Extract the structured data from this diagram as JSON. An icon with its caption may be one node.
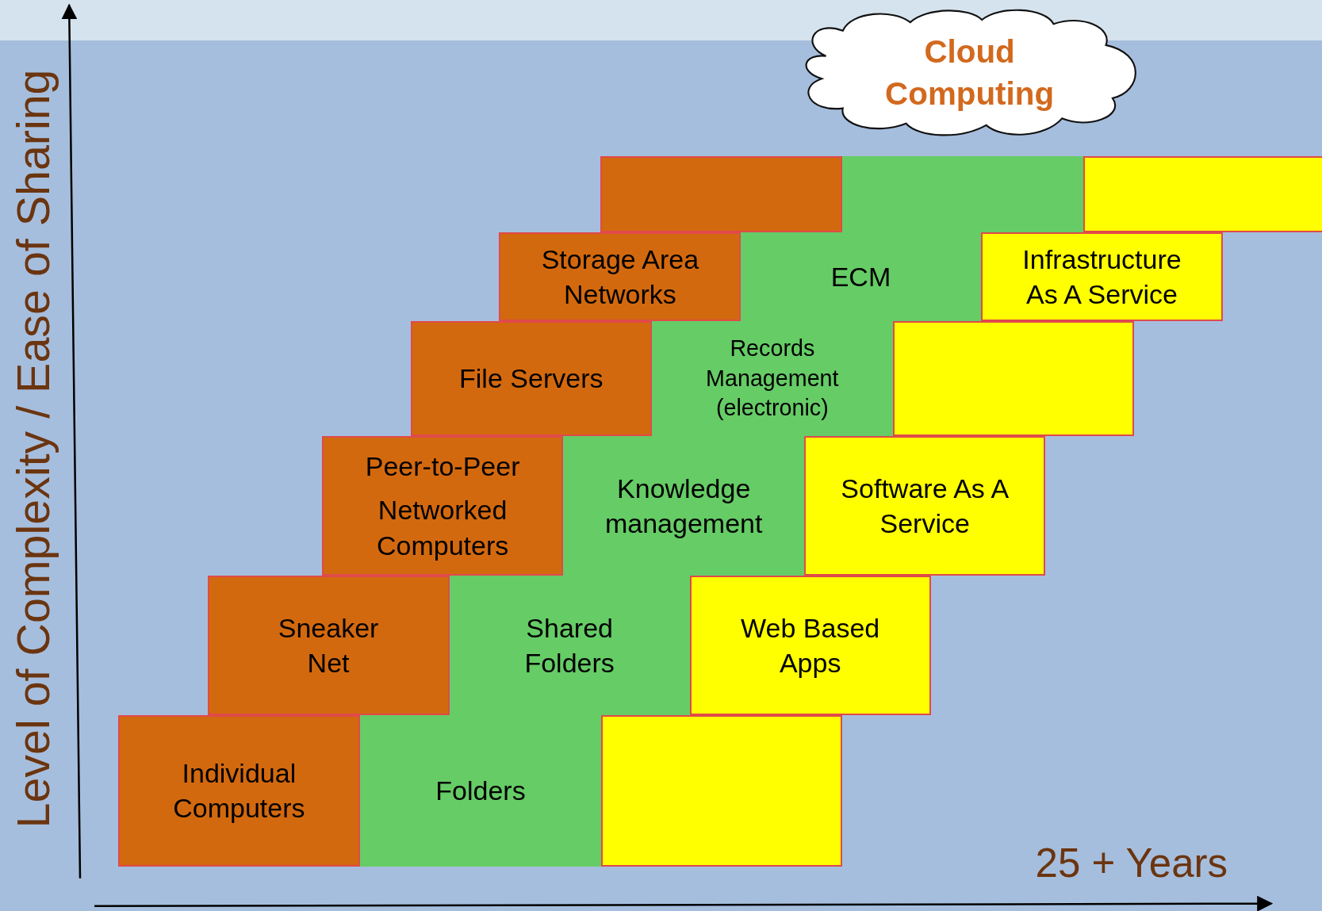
{
  "diagram": {
    "nodes": [
      {
        "text": [
          "Cloud Computing"
        ]
      },
      {
        "text": [],
        "shape": "box"
      },
      {
        "text": [],
        "shape": "box"
      },
      {
        "text": [],
        "shape": "box"
      },
      {
        "text": [
          "Storage Area Networks"
        ]
      },
      {
        "text": [
          "ECM"
        ]
      },
      {
        "text": [
          "Infrastructure As A Service"
        ]
      },
      {
        "text": [
          "File Servers"
        ]
      },
      {
        "text": [
          "Records Management (electronic)"
        ]
      },
      {
        "text": [],
        "shape": "box"
      },
      {
        "text": [
          "Peer-to-Peer",
          "Networked Computers"
        ]
      },
      {
        "text": [
          "Knowledge management"
        ]
      },
      {
        "text": [
          "Software As A Service"
        ]
      },
      {
        "text": [
          "Sneaker Net"
        ]
      },
      {
        "text": [
          "Shared Folders"
        ]
      },
      {
        "text": [
          "Web Based Apps"
        ]
      },
      {
        "text": [
          "Individual Computers"
        ]
      },
      {
        "text": [
          "Folders"
        ]
      },
      {
        "text": [],
        "shape": "box"
      }
    ],
    "labels": [
      "Level of Complexity / Ease of Sharing",
      "25 + Years"
    ]
  }
}
